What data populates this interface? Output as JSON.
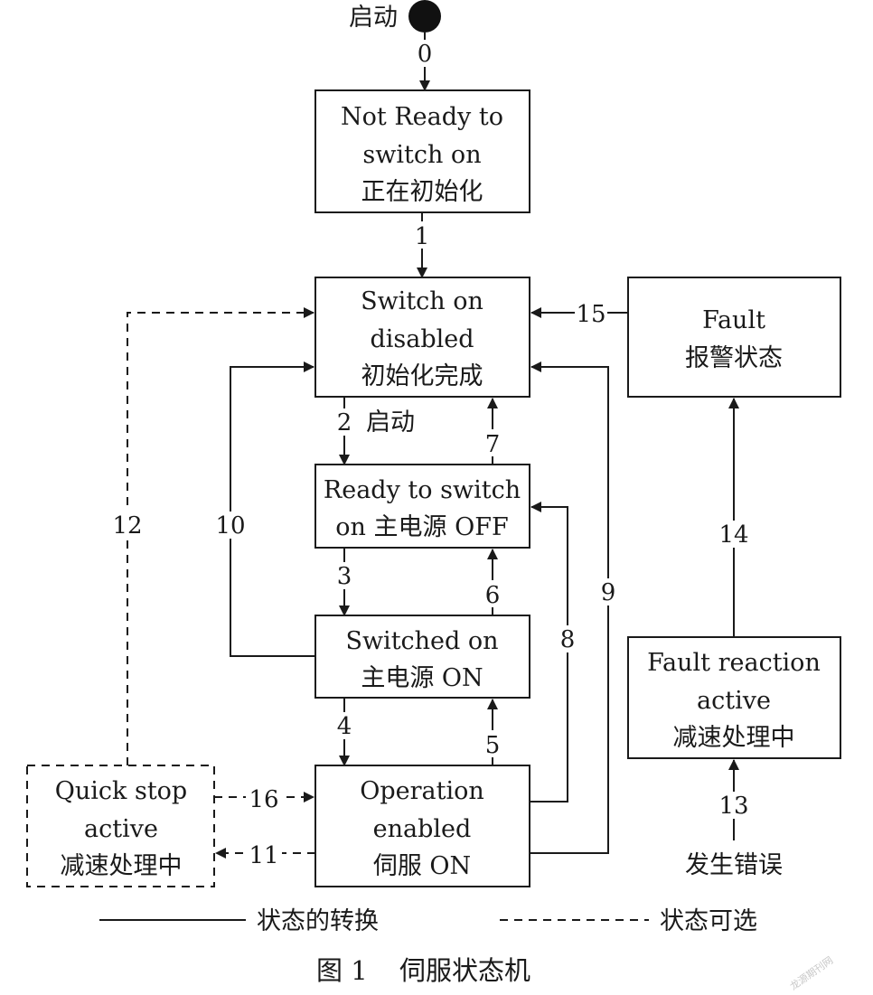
{
  "start_label": "启动",
  "states": {
    "not_ready": [
      "Not Ready to",
      "switch on",
      "正在初始化"
    ],
    "switch_on_disabled": [
      "Switch on",
      "disabled",
      "初始化完成"
    ],
    "ready_to_switch_on": [
      "Ready to switch",
      "on 主电源 OFF"
    ],
    "switched_on": [
      "Switched on",
      "主电源 ON"
    ],
    "operation_enabled": [
      "Operation",
      "enabled",
      "伺服 ON"
    ],
    "quick_stop_active": [
      "Quick stop",
      "active",
      "减速处理中"
    ],
    "fault": [
      "Fault",
      "报警状态"
    ],
    "fault_reaction_active": [
      "Fault reaction",
      "active",
      "减速处理中"
    ]
  },
  "transitions": {
    "t0": "0",
    "t1": "1",
    "t2": "2",
    "t2_note": "启动",
    "t3": "3",
    "t4": "4",
    "t5": "5",
    "t6": "6",
    "t7": "7",
    "t8": "8",
    "t9": "9",
    "t10": "10",
    "t11": "11",
    "t12": "12",
    "t13": "13",
    "t14": "14",
    "t15": "15",
    "t16": "16"
  },
  "error_source": "发生错误",
  "legend": {
    "solid": "状态的转换",
    "dashed": "状态可选"
  },
  "caption": {
    "number": "图 1",
    "title": "伺服状态机"
  },
  "watermark": "龙源期刊网"
}
